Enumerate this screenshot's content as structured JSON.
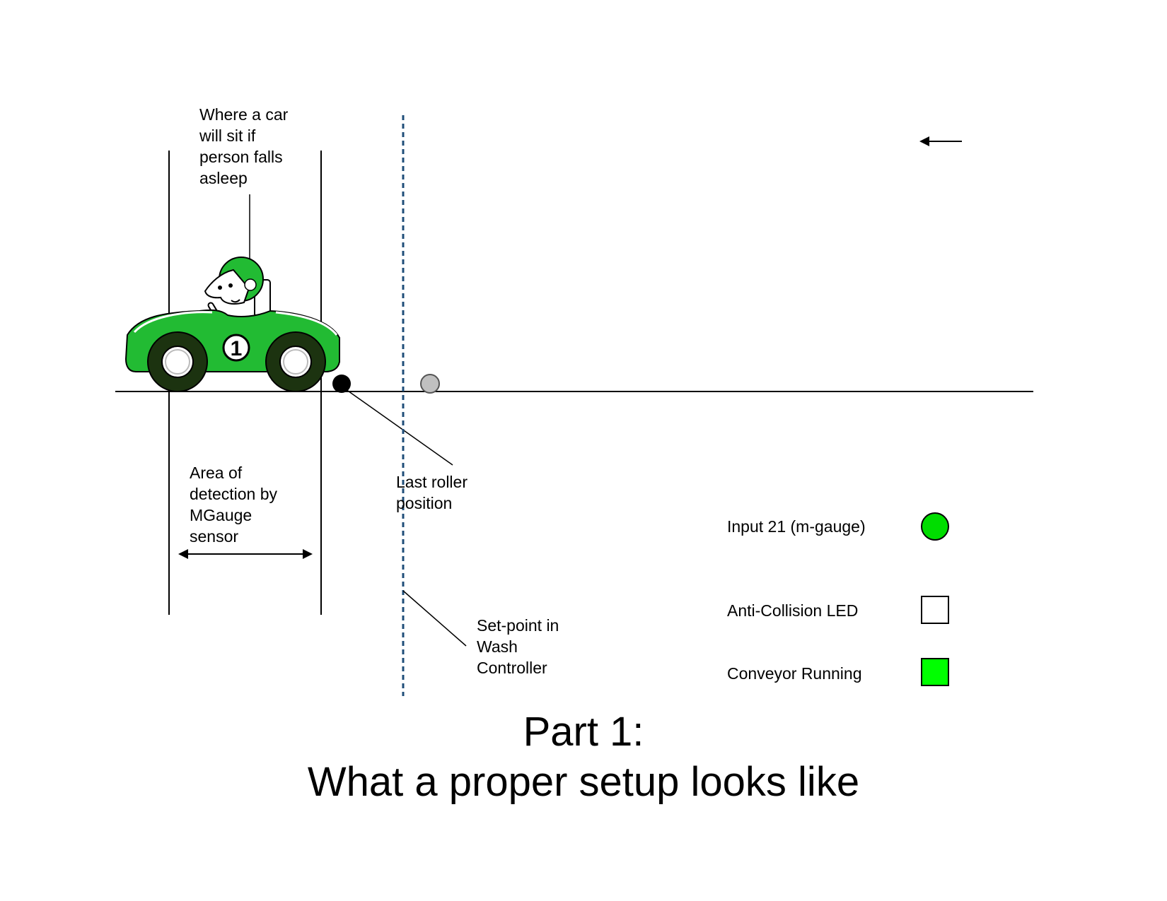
{
  "labels": {
    "asleep": [
      "Where a car",
      "will sit if",
      "person falls",
      "asleep"
    ],
    "area": [
      "Area of",
      "detection by",
      "MGauge",
      "sensor"
    ],
    "roller": [
      "Last roller",
      "position"
    ],
    "setpoint": [
      "Set-point in",
      "Wash",
      "Controller"
    ]
  },
  "car": {
    "number": "1"
  },
  "legend": [
    {
      "label": "Input 21 (m-gauge)",
      "shape": "circle",
      "fill": "#00dd00"
    },
    {
      "label": "Anti-Collision LED",
      "shape": "square",
      "fill": "#ffffff"
    },
    {
      "label": "Conveyor Running",
      "shape": "square",
      "fill": "#00ff00"
    }
  ],
  "title": {
    "line1": "Part 1:",
    "line2": "What a proper setup looks like"
  },
  "colors": {
    "car_body": "#22bb33",
    "setpoint_line": "#1f4e79",
    "roller_active": "#000000",
    "roller_inactive": "#c0c0c0"
  }
}
